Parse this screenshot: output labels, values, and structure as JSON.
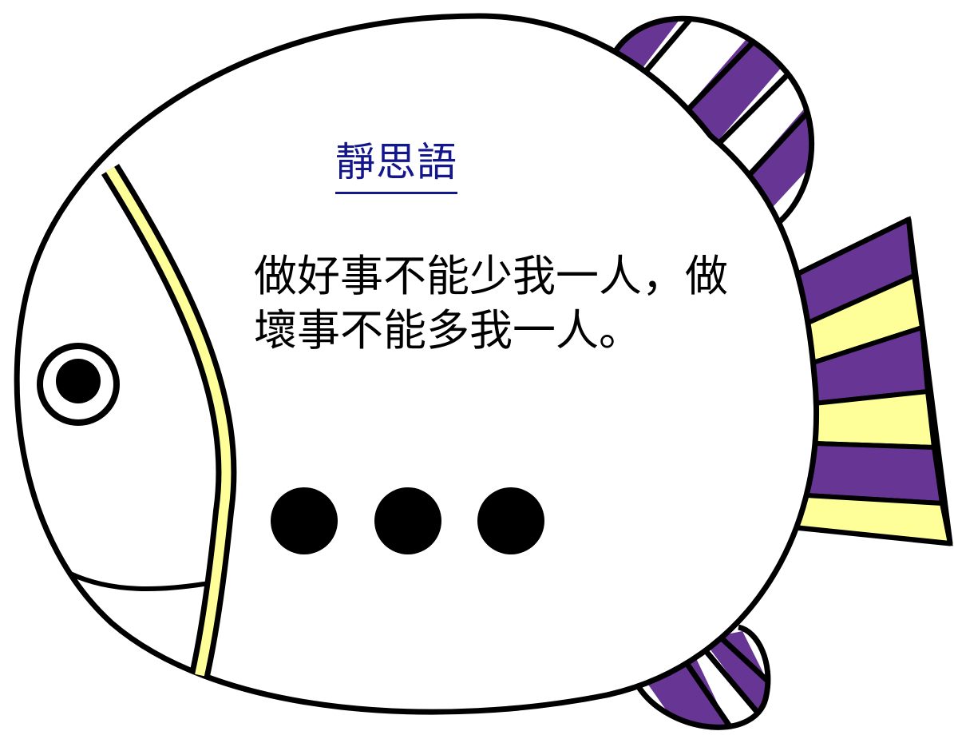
{
  "title": "靜思語",
  "quote": {
    "line1": "做好事不能少我一人，做",
    "line2": "壞事不能多我一人。"
  },
  "colors": {
    "outline": "#000000",
    "body_fill": "#ffffff",
    "stripe_purple": "#673594",
    "stripe_yellow": "#ffff9a",
    "title_text": "#14168c"
  }
}
